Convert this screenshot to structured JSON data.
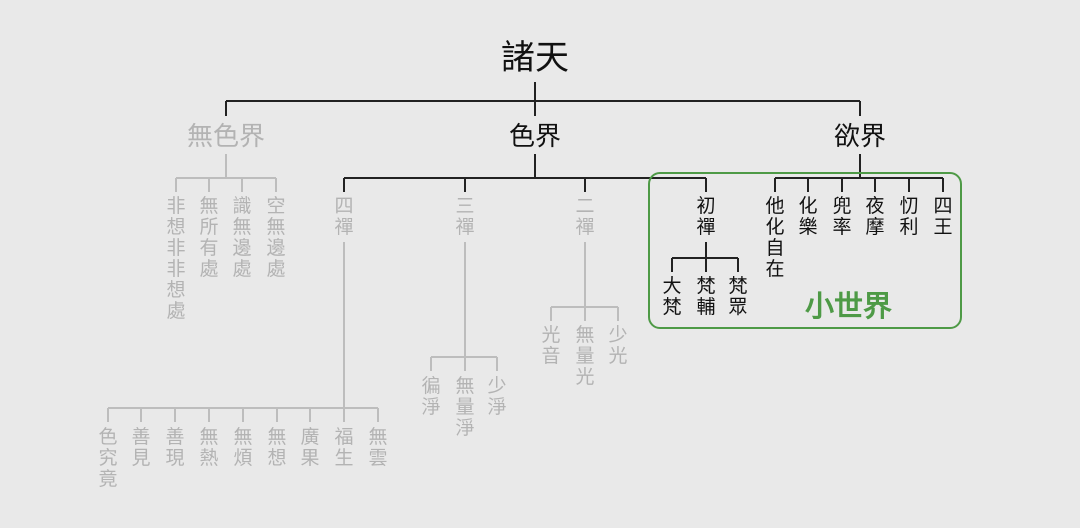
{
  "root": "諸天",
  "top": [
    "無色界",
    "色界",
    "欲界"
  ],
  "formless": [
    "非想非非想處",
    "無所有處",
    "識無邊處",
    "空無邊處"
  ],
  "dhyana": [
    "四禪",
    "三禪",
    "二禪",
    "初禪"
  ],
  "fourth": [
    "色究竟",
    "善見",
    "善現",
    "無熱",
    "無煩",
    "無想",
    "廣果",
    "福生",
    "無雲"
  ],
  "third": [
    "徧淨",
    "無量淨",
    "少淨"
  ],
  "second": [
    "光音",
    "無量光",
    "少光"
  ],
  "first": [
    "大梵",
    "梵輔",
    "梵眾"
  ],
  "desire": [
    "他化自在",
    "化樂",
    "兜率",
    "夜摩",
    "忉利",
    "四王"
  ],
  "highlight_label": "小世界",
  "colors": {
    "active": "#111111",
    "dim": "#b3b3b3",
    "highlight": "#4e9a46",
    "background": "#e9e9e9"
  }
}
